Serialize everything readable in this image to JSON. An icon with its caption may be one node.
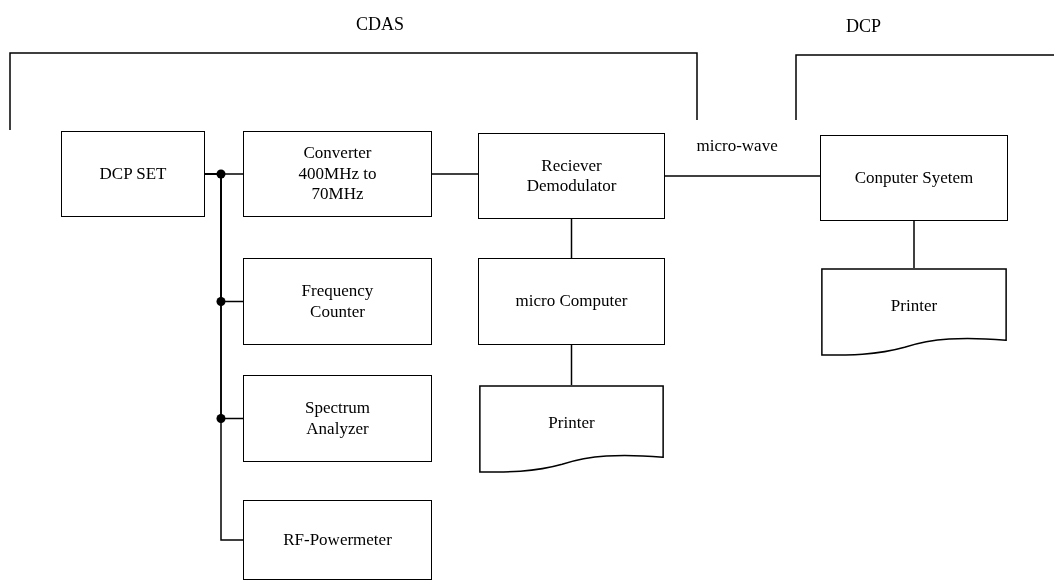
{
  "diagram": {
    "nodes": [
      {
        "text": [
          "DCP SET"
        ]
      },
      {
        "text": [
          "Converter 400MHz to 70MHz"
        ]
      },
      {
        "text": [
          "Frequency Counter"
        ]
      },
      {
        "text": [
          "Spectrum Analyzer"
        ]
      },
      {
        "text": [
          "RF-Powermeter"
        ]
      },
      {
        "text": [
          "Reciever Demodulator"
        ]
      },
      {
        "text": [
          "micro Computer"
        ]
      },
      {
        "text": [
          "Printer"
        ]
      },
      {
        "text": [
          "Conputer Syetem"
        ]
      },
      {
        "text": [
          "Printer"
        ]
      }
    ],
    "edges": [
      {
        "from": 0,
        "to": 1,
        "arrow": "none"
      },
      {
        "from": 0,
        "to": 2,
        "arrow": "none"
      },
      {
        "from": 0,
        "to": 3,
        "arrow": "none"
      },
      {
        "from": 0,
        "to": 4,
        "arrow": "none"
      },
      {
        "from": 1,
        "to": 5,
        "arrow": "none"
      },
      {
        "from": 5,
        "to": 8,
        "label": "micro-wave",
        "arrow": "none"
      },
      {
        "from": 5,
        "to": 6,
        "arrow": "none"
      },
      {
        "from": 6,
        "to": 7,
        "arrow": "none"
      },
      {
        "from": 8,
        "to": 9,
        "arrow": "none"
      }
    ],
    "labels": [
      "CDAS",
      "DCP"
    ]
  }
}
